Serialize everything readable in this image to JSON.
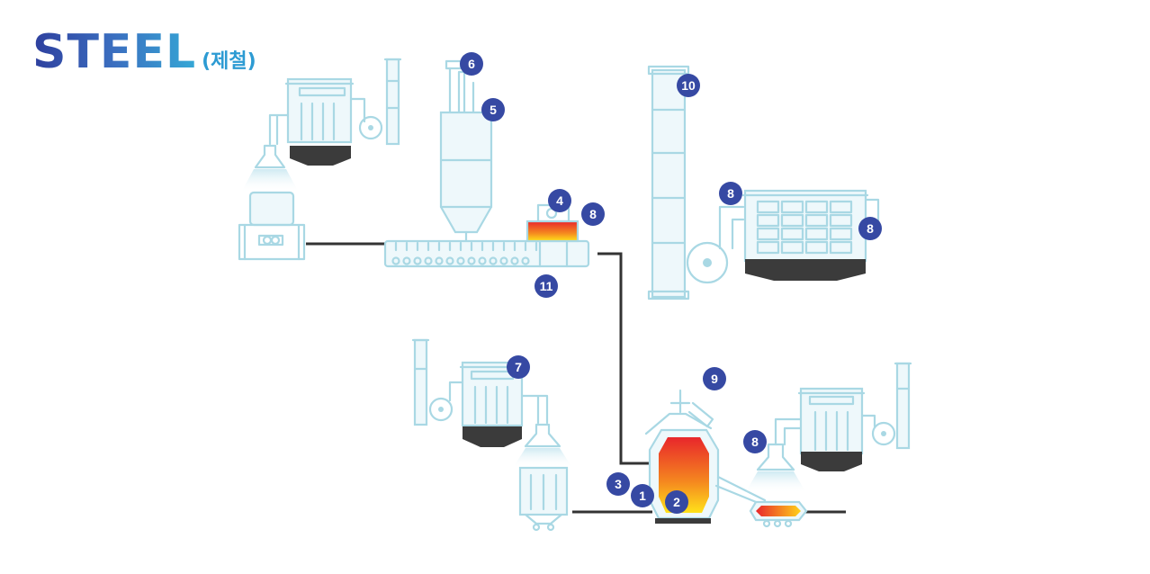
{
  "title": {
    "main": "STEEL",
    "sub": "(제철)"
  },
  "badges": [
    "6",
    "5",
    "4",
    "8",
    "11",
    "10",
    "8",
    "8",
    "7",
    "9",
    "8",
    "3",
    "1",
    "2"
  ],
  "colors": {
    "badge": "#3649a3",
    "line_art": "#a9d8e4",
    "pipe": "#333333",
    "hot_top": "#e8262b",
    "hot_bottom": "#ffe21a"
  }
}
